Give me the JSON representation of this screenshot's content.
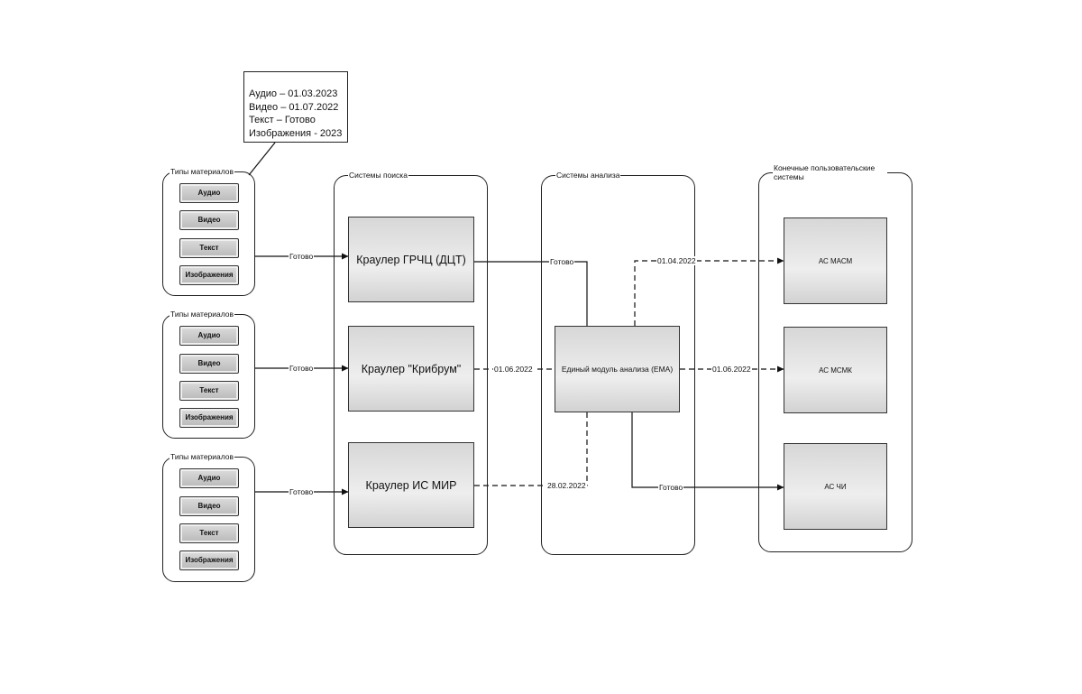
{
  "note": {
    "lines": [
      "Аудио – 01.03.2023",
      "Видео – 01.07.2022",
      "Текст – Готово",
      "Изображения - 2023"
    ]
  },
  "materials": [
    {
      "title": "Типы материалов",
      "items": [
        "Аудио",
        "Видео",
        "Текст",
        "Изображения"
      ]
    },
    {
      "title": "Типы материалов",
      "items": [
        "Аудио",
        "Видео",
        "Текст",
        "Изображения"
      ]
    },
    {
      "title": "Типы материалов",
      "items": [
        "Аудио",
        "Видео",
        "Текст",
        "Изображения"
      ]
    }
  ],
  "search": {
    "title": "Системы поиска",
    "crawlers": [
      "Краулер ГРЧЦ (ДЦТ)",
      "Краулер \"Крибрум\"",
      "Краулер ИС МИР"
    ]
  },
  "analysis": {
    "title": "Системы анализа",
    "module": "Единый модуль анализа (ЕМА)"
  },
  "endusers": {
    "title": "Конечные пользовательские системы",
    "systems": [
      "АС МАСМ",
      "АС МСМК",
      "АС ЧИ"
    ]
  },
  "edges": {
    "mat1_to_grchc": "Готово",
    "mat2_to_kribrum": "Готово",
    "mat3_to_ismir": "Готово",
    "grchc_to_ema": "Готово",
    "kribrum_to_ema": "01.06.2022",
    "ismir_to_ema": "28.02.2022",
    "ema_to_masm": "01.04.2022",
    "ema_to_msmk": "01.06.2022",
    "ema_to_chi": "Готово"
  }
}
